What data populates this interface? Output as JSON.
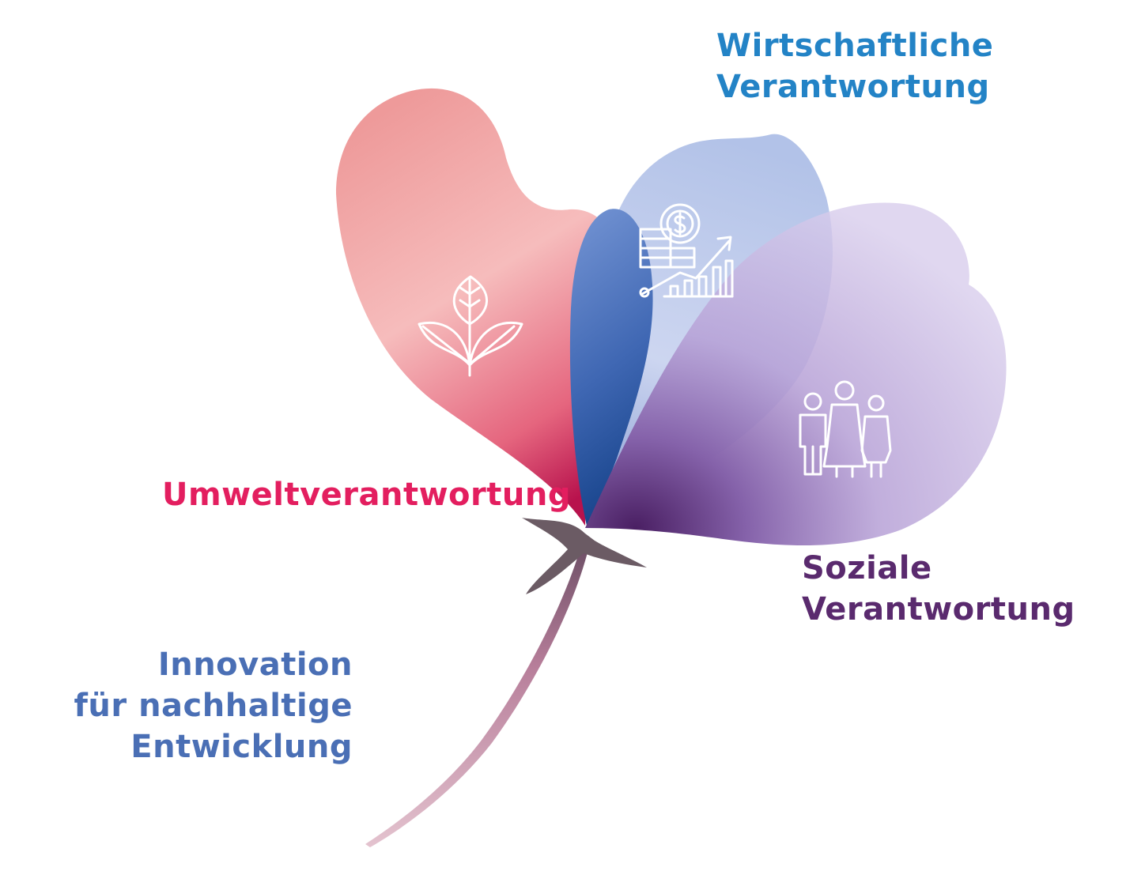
{
  "labels": {
    "economic": {
      "line1": "Wirtschaftliche",
      "line2": "Verantwortung"
    },
    "environmental": {
      "line1": "Umweltverantwortung"
    },
    "social": {
      "line1": "Soziale",
      "line2": "Verantwortung"
    },
    "innovation": {
      "line1": "Innovation",
      "line2": "für nachhaltige",
      "line3": "Entwicklung"
    }
  },
  "icons": {
    "environmental": "leaves-icon",
    "economic": "coins-growth-chart-icon",
    "social": "family-icon"
  },
  "colors": {
    "economic": "#2383c6",
    "environmental": "#e31e5f",
    "social": "#5a2a6e",
    "innovation": "#4a6fb5",
    "petal_red": "#ec8a8f",
    "petal_blue": "#4d77bd",
    "petal_purple": "#b8a2d4",
    "stem": "#c58aa3"
  }
}
